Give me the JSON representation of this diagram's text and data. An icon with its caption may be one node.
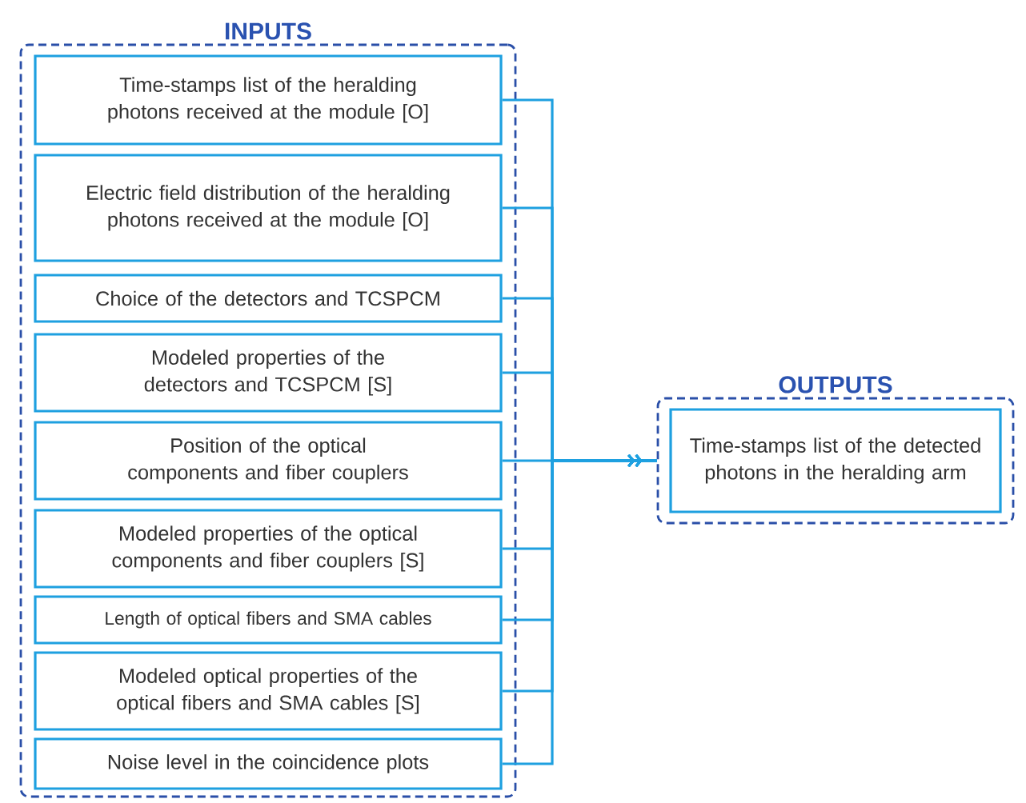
{
  "diagram": {
    "nodes": [
      {
        "text": [
          "INPUTS"
        ]
      },
      {
        "text": [
          "Time-stamps list of the heralding photons received at the module [O]"
        ],
        "in": 0
      },
      {
        "text": [
          "Electric field distribution of the heralding photons received at the module [O]"
        ],
        "in": 0
      },
      {
        "text": [
          "Choice of the detectors and TCSPCM"
        ],
        "in": 0
      },
      {
        "text": [
          "Modeled properties of the detectors and TCSPCM [S]"
        ],
        "in": 0
      },
      {
        "text": [
          "Position of the optical components and fiber couplers"
        ],
        "in": 0
      },
      {
        "text": [
          "Modeled properties of the optical components and fiber couplers [S]"
        ],
        "in": 0
      },
      {
        "text": [
          "Length of optical fibers and SMA cables"
        ],
        "in": 0
      },
      {
        "text": [
          "Modeled optical properties of the optical fibers and SMA cables [S]"
        ],
        "in": 0
      },
      {
        "text": [
          "Noise level in the coincidence plots"
        ],
        "in": 0
      },
      {
        "text": [
          "OUTPUTS"
        ]
      },
      {
        "text": [
          "Time-stamps list of the detected photons in the heralding arm"
        ],
        "in": 10
      }
    ],
    "edges": [
      {
        "from": 1,
        "to": 10,
        "arrow": "to"
      },
      {
        "from": 2,
        "to": 10,
        "arrow": "to"
      },
      {
        "from": 3,
        "to": 10,
        "arrow": "to"
      },
      {
        "from": 4,
        "to": 10,
        "arrow": "to"
      },
      {
        "from": 5,
        "to": 10,
        "arrow": "to"
      },
      {
        "from": 6,
        "to": 10,
        "arrow": "to"
      },
      {
        "from": 7,
        "to": 10,
        "arrow": "to"
      },
      {
        "from": 8,
        "to": 10,
        "arrow": "to"
      },
      {
        "from": 9,
        "to": 10,
        "arrow": "to"
      }
    ]
  }
}
